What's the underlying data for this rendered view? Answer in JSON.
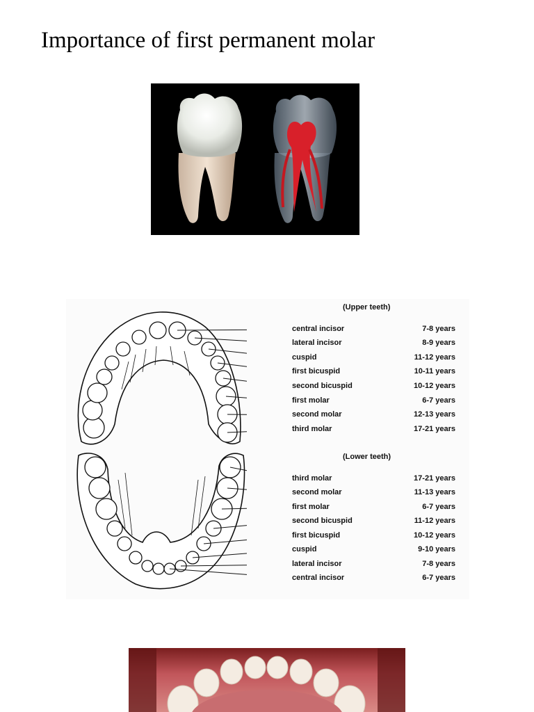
{
  "title": "Importance of first permanent molar",
  "chart": {
    "upper_heading": "(Upper teeth)",
    "lower_heading": "(Lower teeth)",
    "upper_rows": [
      {
        "name": "central incisor",
        "age": "7-8 years"
      },
      {
        "name": "lateral incisor",
        "age": "8-9 years"
      },
      {
        "name": "cuspid",
        "age": "11-12 years"
      },
      {
        "name": "first bicuspid",
        "age": "10-11 years"
      },
      {
        "name": "second bicuspid",
        "age": "10-12 years"
      },
      {
        "name": "first molar",
        "age": "6-7 years"
      },
      {
        "name": "second molar",
        "age": "12-13 years"
      },
      {
        "name": "third molar",
        "age": "17-21 years"
      }
    ],
    "lower_rows": [
      {
        "name": "third molar",
        "age": "17-21 years"
      },
      {
        "name": "second molar",
        "age": "11-13 years"
      },
      {
        "name": "first molar",
        "age": "6-7 years"
      },
      {
        "name": "second bicuspid",
        "age": "11-12 years"
      },
      {
        "name": "first bicuspid",
        "age": "10-12 years"
      },
      {
        "name": "cuspid",
        "age": "9-10 years"
      },
      {
        "name": "lateral incisor",
        "age": "7-8 years"
      },
      {
        "name": "central incisor",
        "age": "6-7 years"
      }
    ]
  }
}
